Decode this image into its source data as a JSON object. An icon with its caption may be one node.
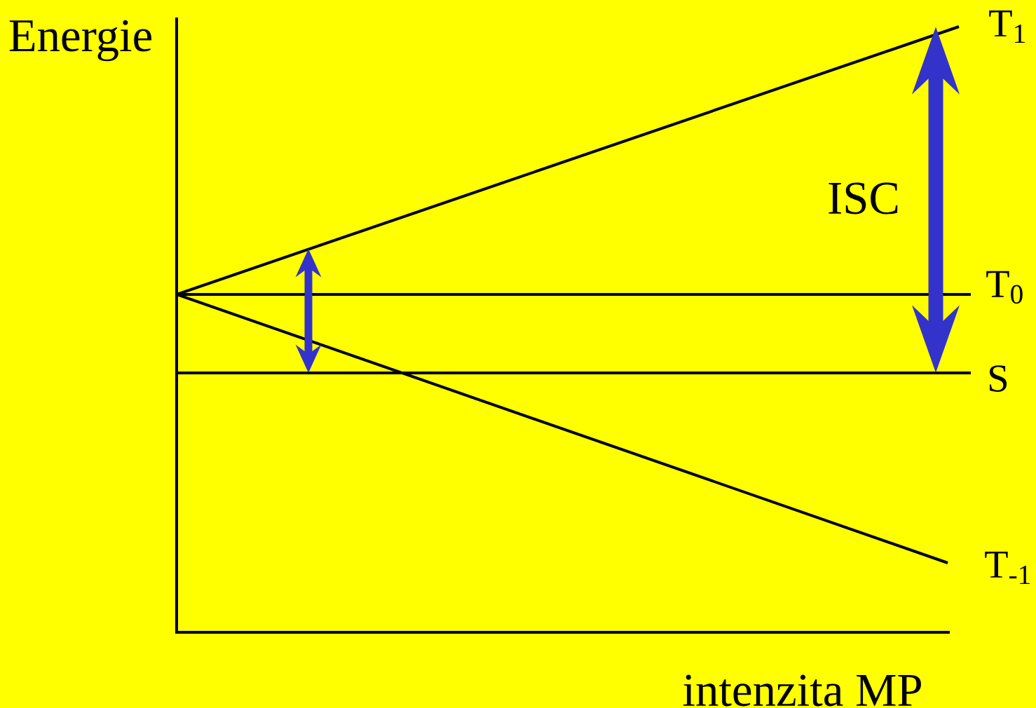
{
  "diagram": {
    "labels": [
      "Energie",
      "T$_{1}$",
      "ISC",
      "T$_{0}$",
      "S",
      "T$_{-1}$",
      "intenzita MP"
    ]
  }
}
